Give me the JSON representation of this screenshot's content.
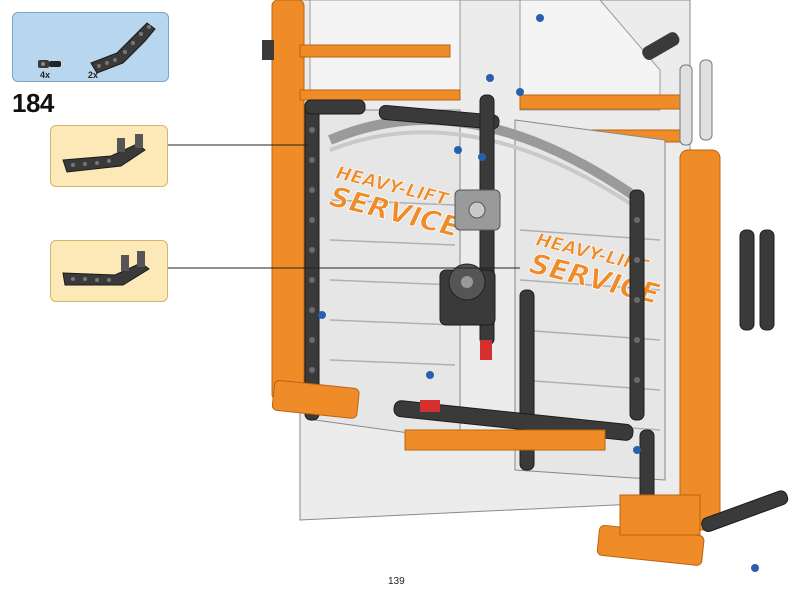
{
  "parts": {
    "items": [
      {
        "icon": "short-axle-pin-icon",
        "qty": "4x"
      },
      {
        "icon": "bent-liftarm-icon",
        "qty": "2x"
      }
    ]
  },
  "step": {
    "number": "184"
  },
  "callouts": [
    {
      "icon": "bent-liftarm-with-pins-icon"
    },
    {
      "icon": "bent-liftarm-with-pins-icon"
    }
  ],
  "illustration": {
    "panel_text_line1": "HEAVY-LIFT",
    "panel_text_line2": "SERVICE",
    "colors": {
      "orange": "#f08c28",
      "white": "#f2f2f2",
      "dark": "#3a3a3a",
      "blue": "#2a5fb0",
      "red": "#d43030"
    }
  },
  "page": {
    "number": "139"
  }
}
